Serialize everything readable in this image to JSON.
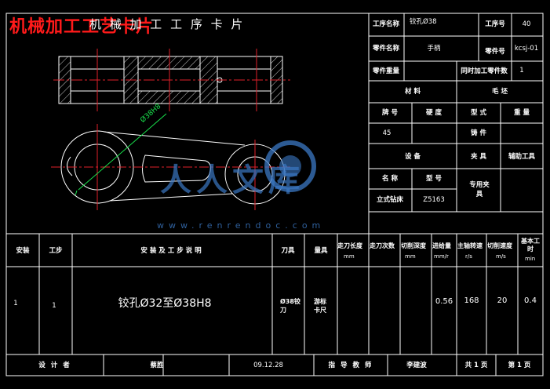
{
  "banner": "机械加工工艺卡片",
  "card_title": "机 械 加 工 工 序 卡 片",
  "header": {
    "process_name_label": "工序名称",
    "process_name_value": "铰孔Ø38",
    "process_no_label": "工序号",
    "process_no_value": "40",
    "part_name_label": "零件名称",
    "part_name_value": "手柄",
    "part_no_label": "零件号",
    "part_no_value": "kcsj-01",
    "part_weight_label": "零件重量",
    "part_weight_value": "",
    "simul_parts_label": "同时加工零件数",
    "simul_parts_value": "1"
  },
  "material": {
    "section_label": "材 料",
    "blank_label": "毛 坯",
    "cols": [
      "牌 号",
      "硬 度",
      "型 式",
      "重 量"
    ],
    "grade": "45",
    "hardness": "",
    "blank_type": "铸 件",
    "blank_weight": ""
  },
  "equipment": {
    "equipment_label": "设 备",
    "fixture_label": "夹 具",
    "aux_tool_label": "辅助工具",
    "name_label": "名 称",
    "model_label": "型 号",
    "machine_name": "立式钻床",
    "machine_model": "Z5163",
    "fixture_value": "专用夹具"
  },
  "drawing": {
    "dimension_label": "Ø38H8"
  },
  "watermark": {
    "text_cn": "人人文库",
    "url": "www.renrendoc.com"
  },
  "table": {
    "headers": {
      "install": "安装",
      "step": "工步",
      "description": "安 装 及 工 步 说 明",
      "tool": "刀具",
      "gauge": "量具",
      "feed_length": "走刀长度",
      "feed_length_unit": "mm",
      "feed_count": "走刀次数",
      "cut_depth": "切削深度",
      "cut_depth_unit": "mm",
      "feed_rate": "进给量",
      "feed_rate_unit": "mm/r",
      "spindle_speed": "主轴转速",
      "spindle_speed_unit": "r/s",
      "cutting_speed": "切削速度",
      "cutting_speed_unit": "m/s",
      "base_time": "基本工时",
      "base_time_unit": "min"
    },
    "row": {
      "install": "1",
      "step": "1",
      "description": "铰孔Ø32至Ø38H8",
      "tool": "Ø38铰刀",
      "gauge": "游标卡尺",
      "feed_length": "",
      "feed_count": "",
      "cut_depth": "",
      "feed_rate": "0.56",
      "spindle_speed": "168",
      "cutting_speed": "20",
      "base_time": "0.4"
    }
  },
  "footer": {
    "designer_label": "设 计 者",
    "designer_name": "蔡胜",
    "date": "09.12.28",
    "supervisor_label": "指 导 教 师",
    "supervisor_name": "李建波",
    "total_pages": "共 1 页",
    "page_no": "第 1 页"
  }
}
